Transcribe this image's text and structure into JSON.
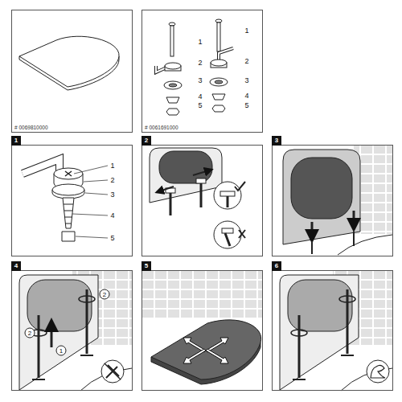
{
  "diagram": {
    "nodes": [
      {
        "text": [
          "# 0069810000"
        ]
      },
      {
        "text": [
          "# 0061691000"
        ]
      },
      {
        "text": [
          "1"
        ]
      },
      {
        "text": [
          "2"
        ]
      },
      {
        "text": [
          "3"
        ]
      },
      {
        "text": [
          "4"
        ]
      },
      {
        "text": [
          "5"
        ]
      },
      {
        "text": [
          "6"
        ]
      }
    ],
    "labels": [
      "1",
      "2",
      "3",
      "4",
      "5",
      "1",
      "2",
      "3",
      "4",
      "5",
      "1",
      "2",
      "3",
      "4",
      "5",
      "2",
      "2",
      "1"
    ]
  }
}
